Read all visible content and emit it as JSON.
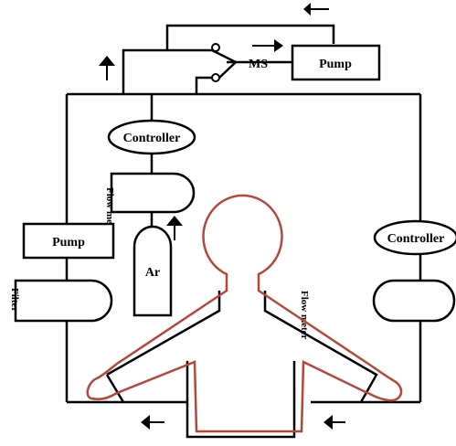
{
  "labels": {
    "pump_top": "Pump",
    "pump_left": "Pump",
    "ms": "MS",
    "controller_left": "Controller",
    "controller_right": "Controller",
    "argon": "Ar",
    "flowmeter_left_rot": "Flow meter",
    "flowmeter_right_rot": "Flow meter",
    "filter_rot": "Filter"
  },
  "colors": {
    "line": "#000000",
    "body_outline": "#b5473a",
    "background": "#ffffff"
  },
  "icons": [
    "arrow-left-icon",
    "arrow-up-icon",
    "arrow-right-icon",
    "valve-switch-icon"
  ]
}
